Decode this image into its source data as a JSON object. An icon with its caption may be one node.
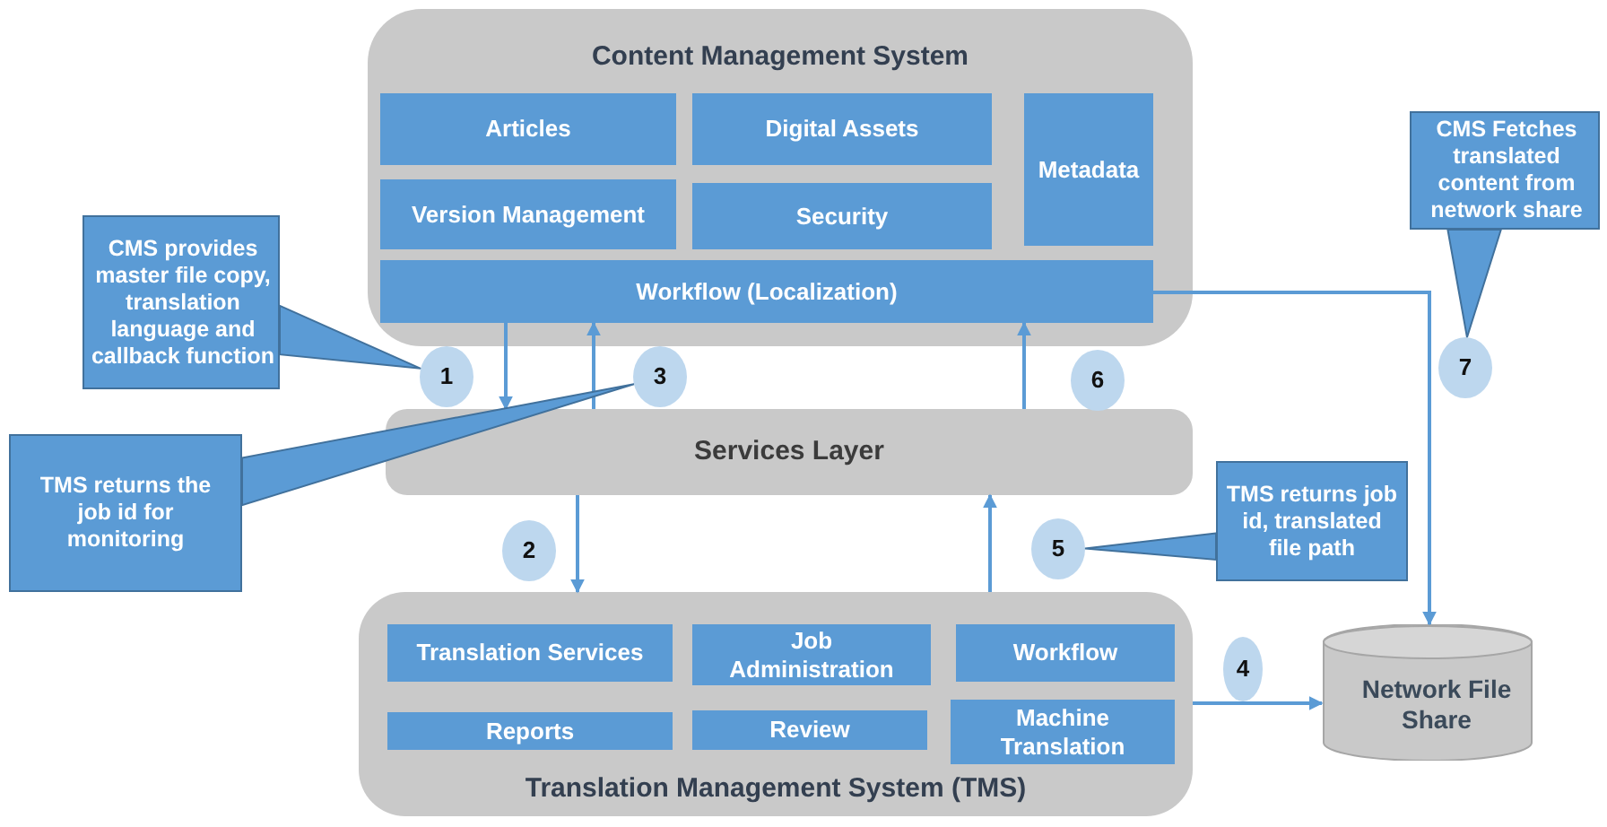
{
  "diagram": {
    "nodes": [
      {
        "text": [
          "Content Management System"
        ]
      },
      {
        "text": [
          "Articles"
        ],
        "in": 0
      },
      {
        "text": [
          "Digital Assets"
        ],
        "in": 0
      },
      {
        "text": [
          "Metadata"
        ],
        "in": 0
      },
      {
        "text": [
          "Version Management"
        ],
        "in": 0
      },
      {
        "text": [
          "Security"
        ],
        "in": 0
      },
      {
        "text": [
          "Workflow (Localization)"
        ],
        "in": 0
      },
      {
        "text": [
          "Services Layer"
        ]
      },
      {
        "text": [
          "Translation Management System (TMS)"
        ]
      },
      {
        "text": [
          "Translation Services"
        ],
        "in": 8
      },
      {
        "text": [
          "Job Administration"
        ],
        "in": 8
      },
      {
        "text": [
          "Workflow"
        ],
        "in": 8
      },
      {
        "text": [
          "Reports"
        ],
        "in": 8
      },
      {
        "text": [
          "Review"
        ],
        "in": 8
      },
      {
        "text": [
          "Machine Translation"
        ],
        "in": 8
      },
      {
        "text": [
          "Network File Share"
        ]
      },
      {
        "text": [
          "1"
        ]
      },
      {
        "text": [
          "2"
        ]
      },
      {
        "text": [
          "3"
        ]
      },
      {
        "text": [
          "4"
        ]
      },
      {
        "text": [
          "5"
        ]
      },
      {
        "text": [
          "6"
        ]
      },
      {
        "text": [
          "7"
        ]
      },
      {
        "text": [
          "CMS provides master file copy, translation language and callback function"
        ]
      },
      {
        "text": [
          "TMS returns the job id for monitoring"
        ]
      },
      {
        "text": [
          "TMS returns job id, translated file path"
        ]
      },
      {
        "text": [
          "CMS Fetches translated content from network share"
        ]
      }
    ],
    "edges": [
      {
        "from": 6,
        "to": 7,
        "arrow": "to"
      },
      {
        "from": 7,
        "to": 8,
        "arrow": "to"
      },
      {
        "from": 7,
        "to": 6,
        "arrow": "to"
      },
      {
        "from": 8,
        "to": 15,
        "arrow": "to"
      },
      {
        "from": 8,
        "to": 7,
        "arrow": "to"
      },
      {
        "from": 7,
        "to": 6,
        "arrow": "to"
      },
      {
        "from": 6,
        "to": 15,
        "arrow": "to"
      },
      {
        "from": 23,
        "to": 16,
        "arrow": "none"
      },
      {
        "from": 24,
        "to": 18,
        "arrow": "none"
      },
      {
        "from": 25,
        "to": 20,
        "arrow": "none"
      },
      {
        "from": 26,
        "to": 22,
        "arrow": "none"
      }
    ]
  }
}
